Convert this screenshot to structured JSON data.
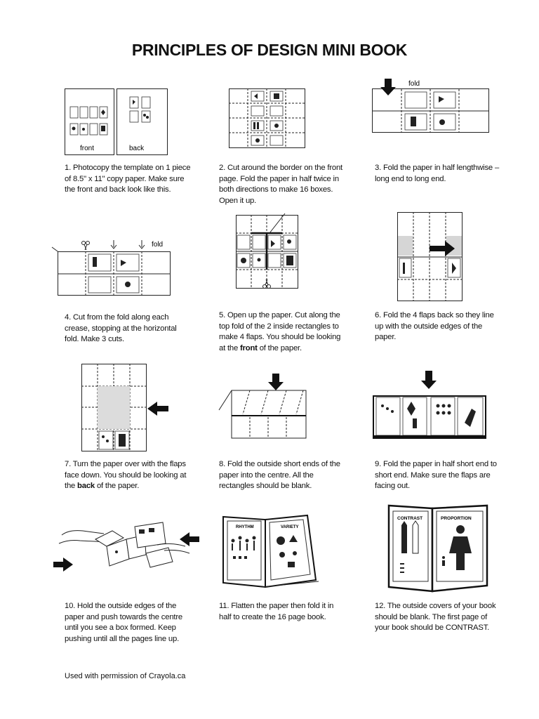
{
  "title": "PRINCIPLES OF DESIGN MINI BOOK",
  "steps": [
    {
      "pre": "1. Photocopy the template on 1 piece of 8.5\" x 11\" copy paper. Make sure the front and back look like this.",
      "bold": "",
      "post": ""
    },
    {
      "pre": "2. Cut around the border on the front page. Fold the paper in half twice in both directions to make 16 boxes. Open it up.",
      "bold": "",
      "post": ""
    },
    {
      "pre": "3. Fold the paper in half lengthwise – long end to long end.",
      "bold": "",
      "post": ""
    },
    {
      "pre": "4. Cut from the fold along each crease, stopping at the horizontal fold. Make 3 cuts.",
      "bold": "",
      "post": ""
    },
    {
      "pre": "5. Open up the paper. Cut along the top fold of the 2 inside rectangles to make 4 flaps. You should be looking at the ",
      "bold": "front",
      "post": " of the paper."
    },
    {
      "pre": "6. Fold the 4 flaps back so they line up with the outside edges of the paper.",
      "bold": "",
      "post": ""
    },
    {
      "pre": "7. Turn the paper over with the flaps face down. You should be looking at the ",
      "bold": "back",
      "post": " of the paper."
    },
    {
      "pre": "8. Fold the outside short ends of the paper into the centre. All the rectangles should be blank.",
      "bold": "",
      "post": ""
    },
    {
      "pre": "9. Fold the paper in half short end to short end. Make sure the flaps are facing out.",
      "bold": "",
      "post": ""
    },
    {
      "pre": "10. Hold the outside edges of the paper and push towards the centre until you see a box formed. Keep pushing until all the pages line up.",
      "bold": "",
      "post": ""
    },
    {
      "pre": "11. Flatten the paper then fold it in half to create the 16 page book.",
      "bold": "",
      "post": ""
    },
    {
      "pre": "12. The outside covers of your book should be blank. The first page of your book should be CONTRAST.",
      "bold": "",
      "post": ""
    }
  ],
  "labels": {
    "front": "front",
    "back": "back",
    "fold3": "fold",
    "fold4": "fold",
    "rhythm": "RHYTHM",
    "variety": "VARIETY",
    "contrast": "CONTRAST",
    "proportion": "PROPORTION"
  },
  "footer": "Used with permission of Crayola.ca"
}
